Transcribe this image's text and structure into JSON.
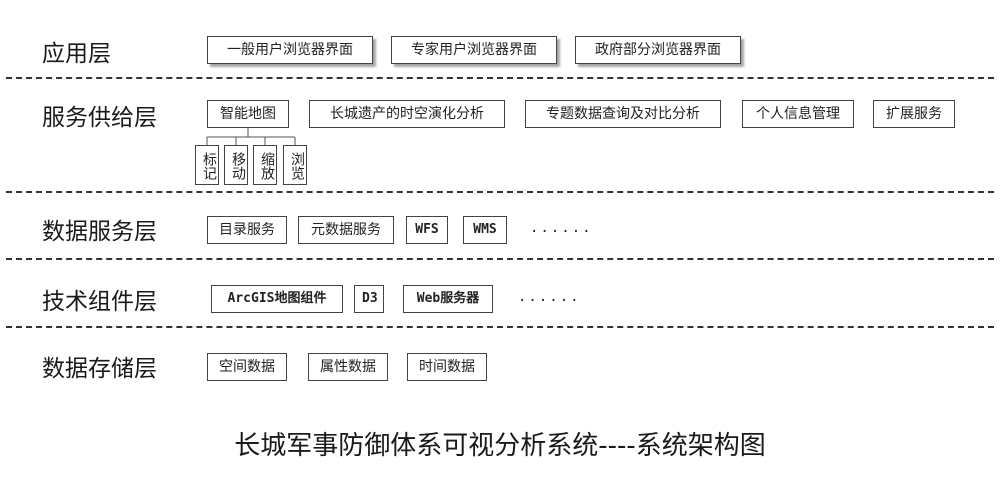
{
  "layers": {
    "application": {
      "label": "应用层",
      "items": [
        "一般用户浏览器界面",
        "专家用户浏览器界面",
        "政府部分浏览器界面"
      ]
    },
    "service_supply": {
      "label": "服务供给层",
      "items": [
        "智能地图",
        "长城遗产的时空演化分析",
        "专题数据查询及对比分析",
        "个人信息管理",
        "扩展服务"
      ],
      "map_functions": [
        "标记",
        "移动",
        "缩放",
        "浏览"
      ]
    },
    "data_service": {
      "label": "数据服务层",
      "items": [
        "目录服务",
        "元数据服务",
        "WFS",
        "WMS"
      ],
      "ellipsis": "......"
    },
    "tech_component": {
      "label": "技术组件层",
      "items": [
        "ArcGIS地图组件",
        "D3",
        "Web服务器"
      ],
      "ellipsis": "......"
    },
    "data_storage": {
      "label": "数据存储层",
      "items": [
        "空间数据",
        "属性数据",
        "时间数据"
      ]
    }
  },
  "caption": "长城军事防御体系可视分析系统----系统架构图"
}
